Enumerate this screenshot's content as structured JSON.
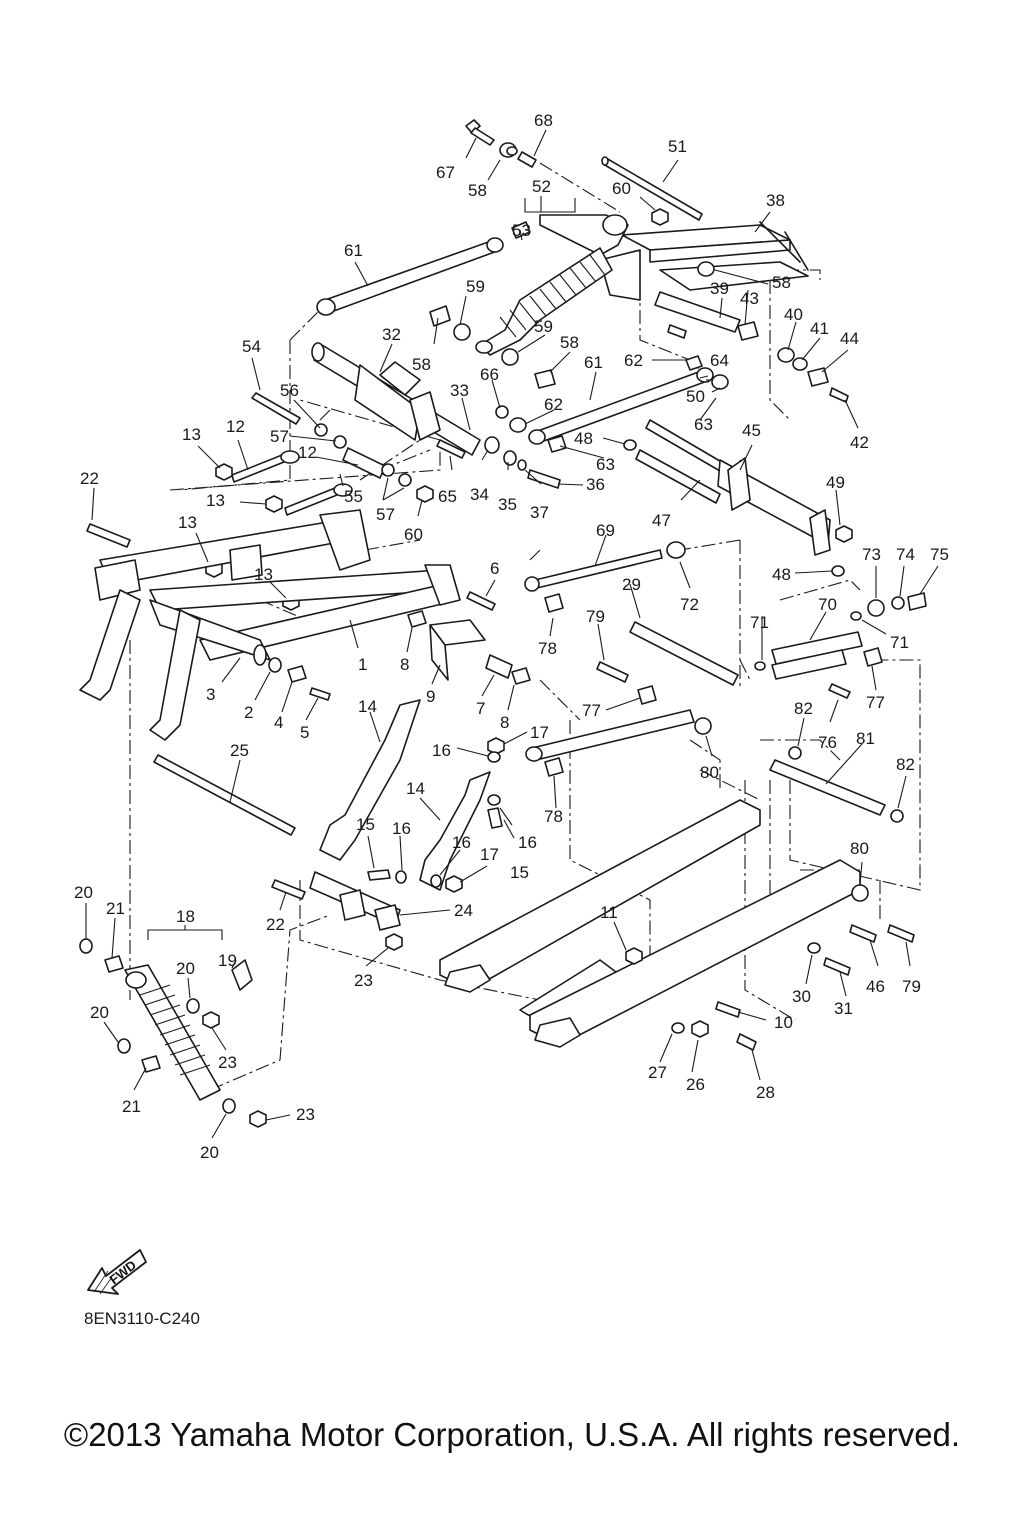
{
  "diagram": {
    "part_numbers": [
      "1",
      "2",
      "3",
      "4",
      "5",
      "6",
      "7",
      "8",
      "9",
      "10",
      "11",
      "12",
      "13",
      "14",
      "15",
      "16",
      "17",
      "18",
      "19",
      "20",
      "21",
      "22",
      "23",
      "24",
      "25",
      "26",
      "27",
      "28",
      "29",
      "30",
      "31",
      "32",
      "33",
      "34",
      "35",
      "36",
      "37",
      "38",
      "39",
      "40",
      "41",
      "42",
      "43",
      "44",
      "45",
      "46",
      "47",
      "48",
      "49",
      "50",
      "51",
      "52",
      "53",
      "54",
      "55",
      "56",
      "57",
      "58",
      "59",
      "60",
      "61",
      "62",
      "63",
      "64",
      "65",
      "66",
      "67",
      "68",
      "69",
      "70",
      "71",
      "72",
      "73",
      "74",
      "75",
      "76",
      "77",
      "78",
      "79",
      "80",
      "81",
      "82"
    ],
    "drawing_code": "8EN3110-C240",
    "fwd_label": "FWD"
  },
  "footer": {
    "copyright": "©2013 Yamaha Motor Corporation, U.S.A. All rights reserved."
  }
}
